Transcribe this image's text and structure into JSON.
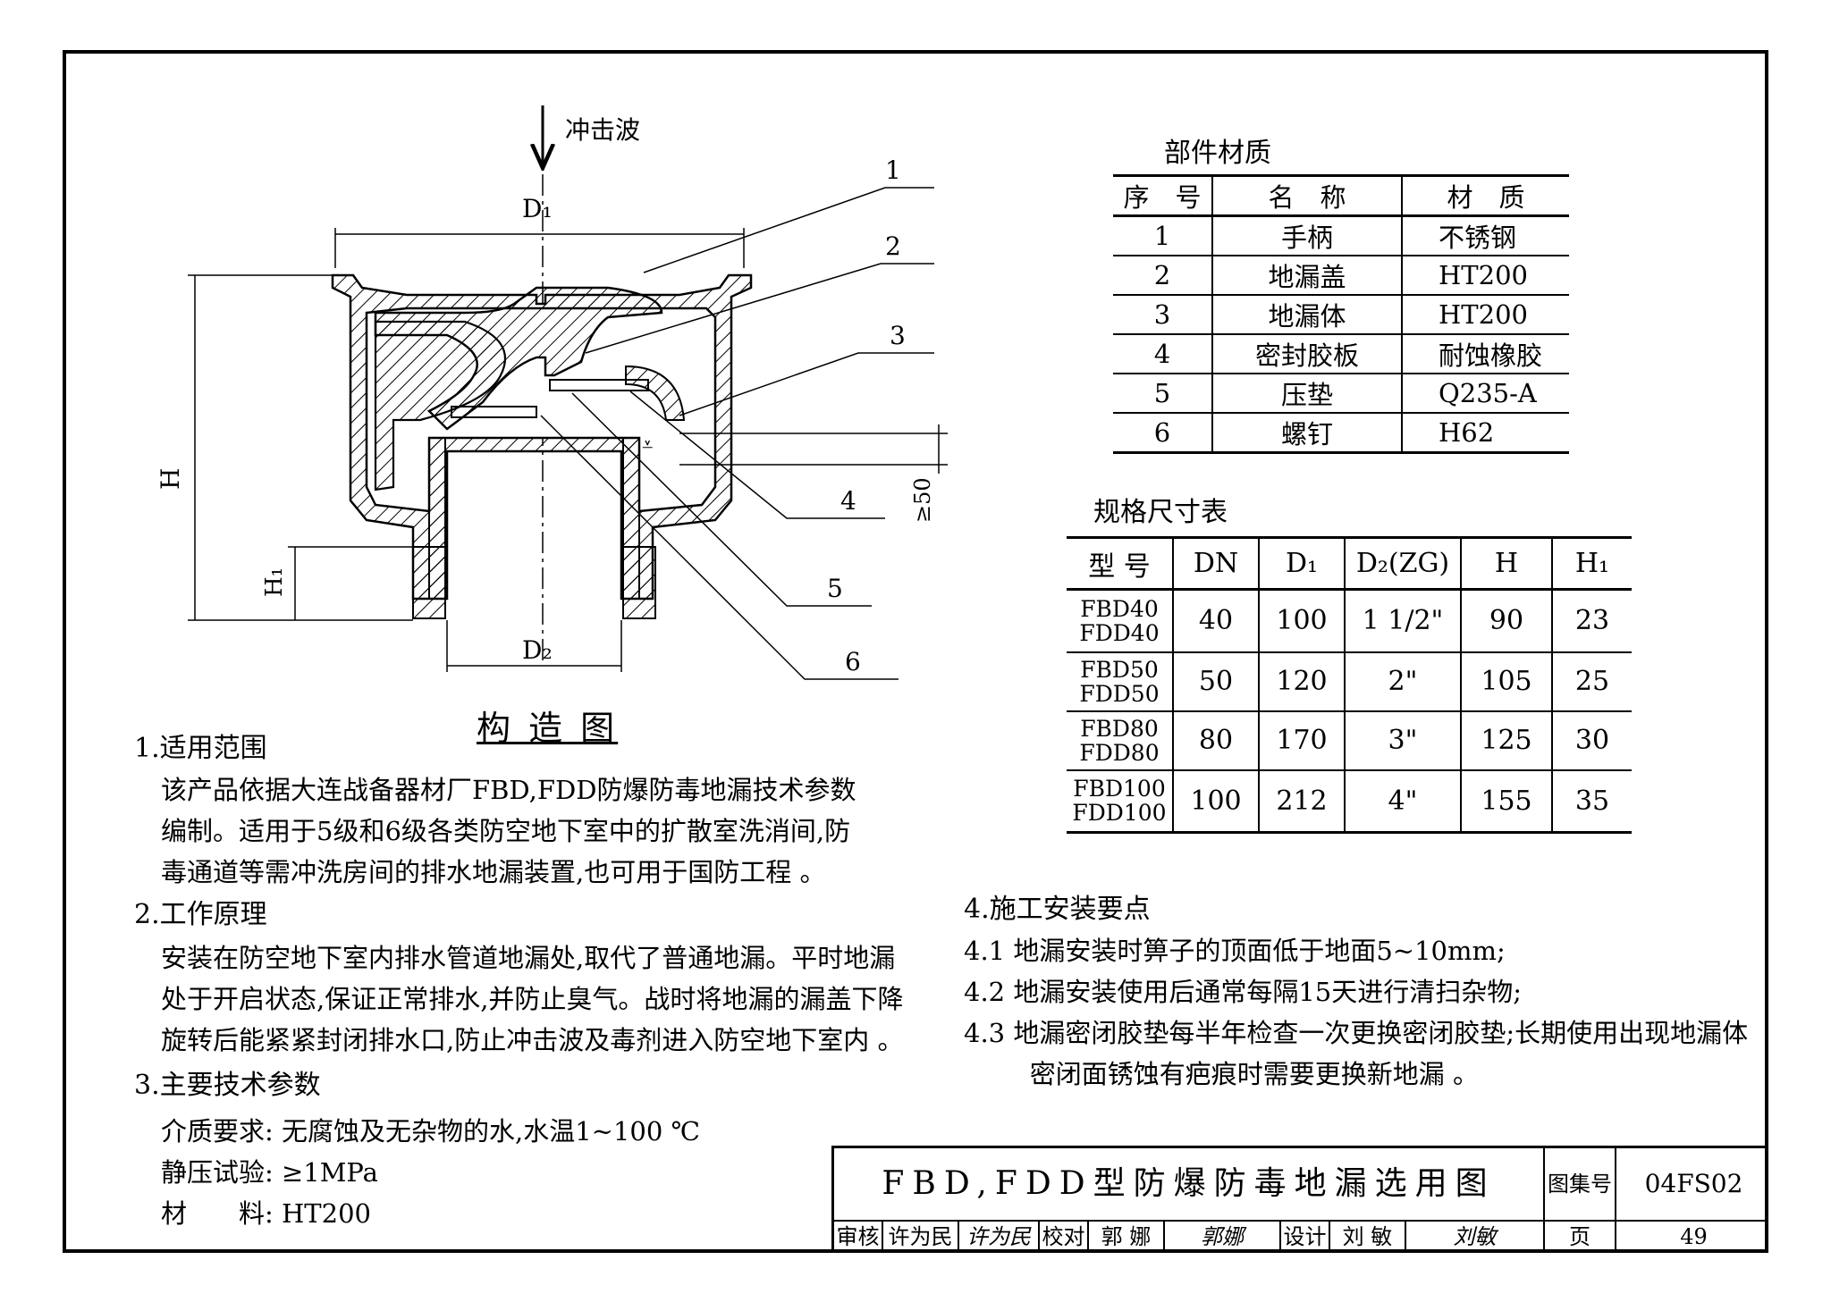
{
  "drawing": {
    "shock_wave_label": "冲击波",
    "dim_D1": "D₁",
    "dim_D2": "D₂",
    "dim_H": "H",
    "dim_H1": "H₁",
    "dim_50": "≥50",
    "callouts": [
      "1",
      "2",
      "3",
      "4",
      "5",
      "6"
    ],
    "caption": "构 造 图"
  },
  "materials": {
    "title": "部件材质",
    "headers": [
      "序　号",
      "名　称",
      "材　质"
    ],
    "rows": [
      [
        "1",
        "手柄",
        "不锈钢"
      ],
      [
        "2",
        "地漏盖",
        "HT200"
      ],
      [
        "3",
        "地漏体",
        "HT200"
      ],
      [
        "4",
        "密封胶板",
        "耐蚀橡胶"
      ],
      [
        "5",
        "压垫",
        "Q235-A"
      ],
      [
        "6",
        "螺钉",
        "H62"
      ]
    ]
  },
  "specs": {
    "title": "规格尺寸表",
    "headers": [
      "型 号",
      "DN",
      "D₁",
      "D₂(ZG)",
      "H",
      "H₁"
    ],
    "rows": [
      {
        "model_a": "FBD40",
        "model_b": "FDD40",
        "dn": "40",
        "d1": "100",
        "d2": "1 1/2\"",
        "h": "90",
        "h1": "23"
      },
      {
        "model_a": "FBD50",
        "model_b": "FDD50",
        "dn": "50",
        "d1": "120",
        "d2": "2\"",
        "h": "105",
        "h1": "25"
      },
      {
        "model_a": "FBD80",
        "model_b": "FDD80",
        "dn": "80",
        "d1": "170",
        "d2": "3\"",
        "h": "125",
        "h1": "30"
      },
      {
        "model_a": "FBD100",
        "model_b": "FDD100",
        "dn": "100",
        "d1": "212",
        "d2": "4\"",
        "h": "155",
        "h1": "35"
      }
    ]
  },
  "notes": {
    "s1_title": "1.适用范围",
    "s1_lines": [
      "该产品依据大连战备器材厂FBD,FDD防爆防毒地漏技术参数",
      "编制。适用于5级和6级各类防空地下室中的扩散室洗消间,防",
      "毒通道等需冲洗房间的排水地漏装置,也可用于国防工程 。"
    ],
    "s2_title": "2.工作原理",
    "s2_lines": [
      "安装在防空地下室内排水管道地漏处,取代了普通地漏。平时地漏",
      "处于开启状态,保证正常排水,并防止臭气。战时将地漏的漏盖下降",
      "旋转后能紧紧封闭排水口,防止冲击波及毒剂进入防空地下室内 。"
    ],
    "s3_title": "3.主要技术参数",
    "s3_lines": [
      "介质要求: 无腐蚀及无杂物的水,水温1~100 ℃",
      "静压试验: ≥1MPa",
      "材　　料: HT200"
    ],
    "s4_title": "4.施工安装要点",
    "s4_lines": [
      "4.1  地漏安装时箅子的顶面低于地面5~10mm;",
      "4.2  地漏安装使用后通常每隔15天进行清扫杂物;",
      "4.3  地漏密闭胶垫每半年检查一次更换密闭胶垫;长期使用出现地漏体",
      "        密闭面锈蚀有疤痕时需要更换新地漏 。"
    ]
  },
  "title_block": {
    "title": "FBD,FDD型防爆防毒地漏选用图",
    "atlas_label": "图集号",
    "atlas_no": "04FS02",
    "review_label": "审核",
    "reviewer": "许为民",
    "check_label": "校对",
    "checker": "郭 娜",
    "design_label": "设计",
    "designer": "刘 敏",
    "page_label": "页",
    "page_no": "49",
    "sig_review": "许为民",
    "sig_check": "郭娜",
    "sig_design": "刘敏"
  }
}
